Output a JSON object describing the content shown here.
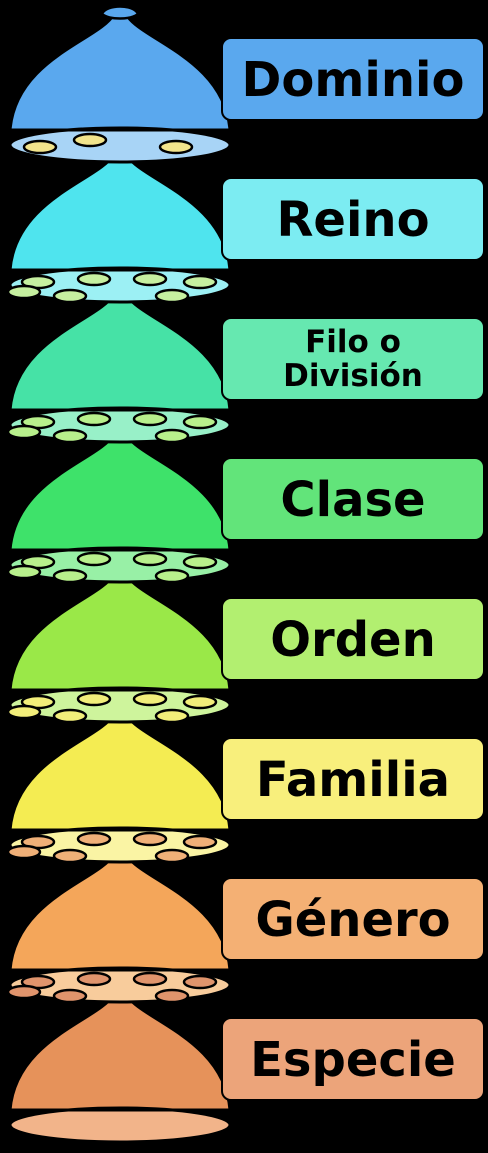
{
  "diagram": {
    "levels": [
      {
        "label": "Dominio",
        "dome": "#5aa8ee",
        "base": "#a8d4f6",
        "ellipse": "#a8d4f6",
        "box": "#5aa8ee",
        "holes": 3,
        "hole_fill": "#f2e48c"
      },
      {
        "label": "Reino",
        "dome": "#4fe4ee",
        "base": "#9cf0f4",
        "ellipse": "#9cf0f4",
        "box": "#7cecf2",
        "holes": 7,
        "hole_fill": "#c6f0a0"
      },
      {
        "label": "Filo o División",
        "lines": [
          "Filo o",
          "División"
        ],
        "dome": "#46e2a6",
        "base": "#98f0c8",
        "ellipse": "#98f0c8",
        "box": "#66e8b0",
        "holes": 7,
        "hole_fill": "#b8f08c"
      },
      {
        "label": "Clase",
        "dome": "#3ee26a",
        "base": "#98f0a6",
        "ellipse": "#98f0a6",
        "box": "#62e47a",
        "holes": 7,
        "hole_fill": "#b8f08c"
      },
      {
        "label": "Orden",
        "dome": "#9ae848",
        "base": "#cef49c",
        "ellipse": "#cef49c",
        "box": "#b2ef70",
        "holes": 7,
        "hole_fill": "#f2ee7a"
      },
      {
        "label": "Familia",
        "dome": "#f4ec52",
        "base": "#faf4a4",
        "ellipse": "#faf4a4",
        "box": "#f8ef7c",
        "holes": 7,
        "hole_fill": "#f0b078"
      },
      {
        "label": "Género",
        "dome": "#f4a65a",
        "base": "#f8cc9c",
        "ellipse": "#f8cc9c",
        "box": "#f4b074",
        "holes": 7,
        "hole_fill": "#e0946c"
      },
      {
        "label": "Especie",
        "dome": "#e6925a",
        "base": "#f2b48a",
        "ellipse": "#f2b48a",
        "box": "#eca47a",
        "holes": 0,
        "hole_fill": ""
      }
    ]
  }
}
